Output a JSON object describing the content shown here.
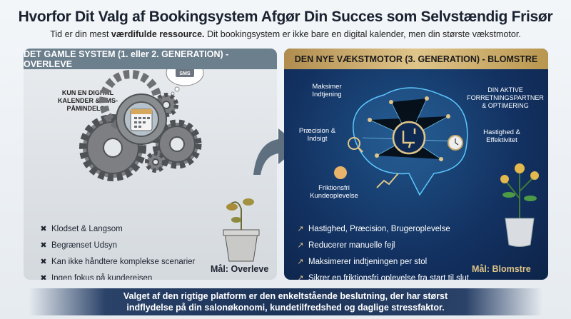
{
  "header": {
    "title": "Hvorfor Dit Valg af Bookingsystem Afgør Din Succes som Selvstændig Frisør",
    "subtitle_pre": "Tid er din mest ",
    "subtitle_bold": "værdifulde ressource.",
    "subtitle_post": " Dit bookingsystem er ikke bare en digital kalender, men din største vækstmotor."
  },
  "old": {
    "heading": "DET GAMLE SYSTEM (1. eller 2. GENERATION) - OVERLEVE",
    "callout": "KUN EN DIGITAL KALENDER & SMS-PÅMINDELSE",
    "sms": "SMS",
    "items": [
      "Klodset & Langsom",
      "Begrænset Udsyn",
      "Kan ikke håndtere komplekse scenarier",
      "Ingen fokus på kunderejsen"
    ],
    "goal": "Mål: Overleve"
  },
  "new": {
    "heading": "DEN NYE VÆKSTMOTOR (3. GENERATION) - BLOMSTRE",
    "labels": {
      "maks": "Maksimer Indtjening",
      "partner": "DIN AKTIVE FORRETNINGSPARTNER & OPTIMERING",
      "precision": "Præcision & Indsigt",
      "speed": "Hastighed & Effektivitet",
      "friction": "Friktionsfri Kundeoplevelse"
    },
    "items": [
      "Hastighed, Præcision, Brugeroplevelse",
      "Reducerer manuelle fejl",
      "Maksimerer indtjeningen per stol",
      "Sikrer en friktionsfri oplevelse fra start til slut"
    ],
    "goal": "Mål: Blomstre"
  },
  "banner": {
    "line1": "Valget af den rigtige platform er den enkeltstående beslutning, der har størst",
    "line2": "indflydelse på din salonøkonomi, kundetilfredshed og daglige stressfaktor."
  },
  "colors": {
    "gold": "#e0c58a",
    "navy": "#123060",
    "slate": "#6c7f8d"
  }
}
